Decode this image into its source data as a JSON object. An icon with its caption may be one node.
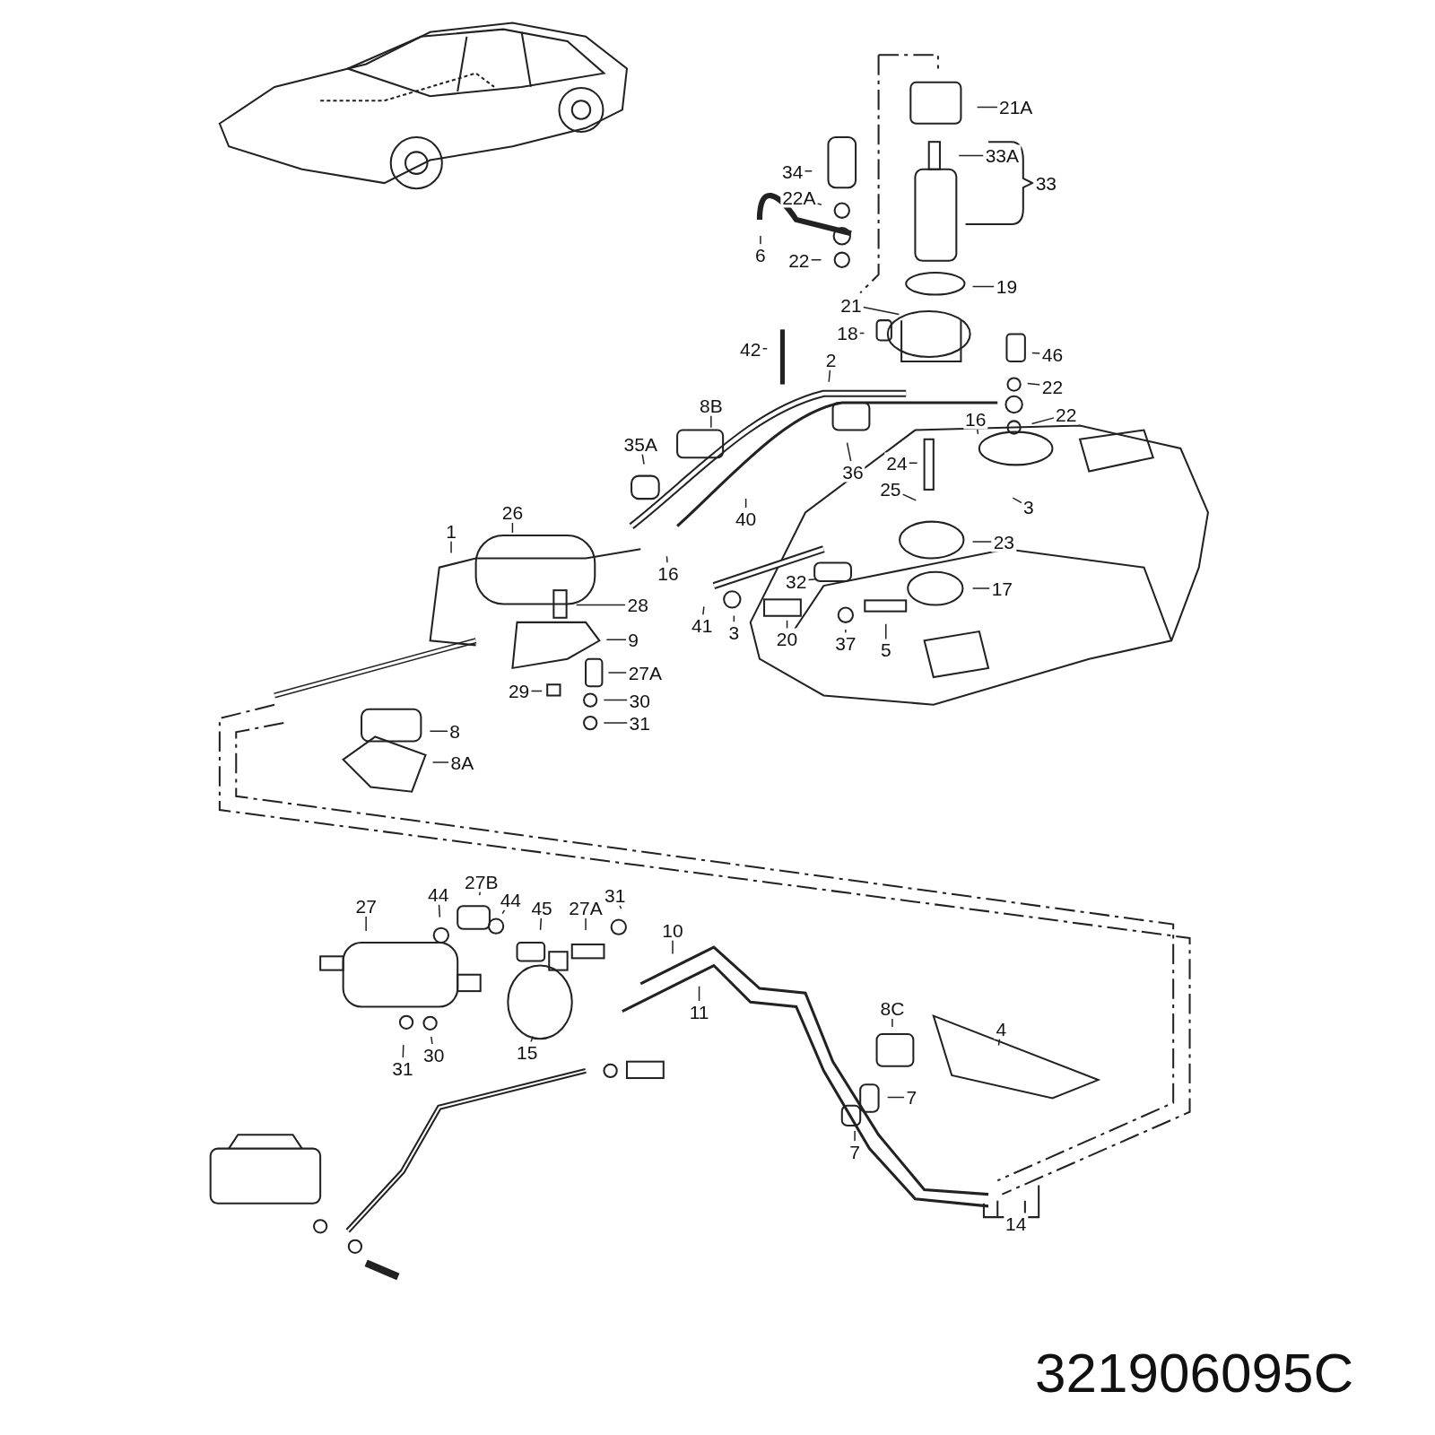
{
  "diagram": {
    "nodes": [
      {
        "text": [
          "21A"
        ]
      },
      {
        "text": [
          "33A"
        ]
      },
      {
        "text": [
          "34"
        ]
      },
      {
        "text": [
          "22A"
        ]
      },
      {
        "text": [
          "6"
        ]
      },
      {
        "text": [
          "22"
        ]
      },
      {
        "text": [
          "19"
        ]
      },
      {
        "text": [
          "21"
        ]
      },
      {
        "text": [
          "18"
        ]
      },
      {
        "text": [
          "42"
        ]
      },
      {
        "text": [
          "2"
        ]
      },
      {
        "text": [
          "46"
        ]
      },
      {
        "text": [
          "22"
        ]
      },
      {
        "text": [
          "8B"
        ]
      },
      {
        "text": [
          "22"
        ]
      },
      {
        "text": [
          "16"
        ]
      },
      {
        "text": [
          "35A"
        ]
      },
      {
        "text": [
          "36"
        ]
      },
      {
        "text": [
          "24"
        ]
      },
      {
        "text": [
          "25"
        ]
      },
      {
        "text": [
          "3"
        ]
      },
      {
        "text": [
          "26"
        ]
      },
      {
        "text": [
          "40"
        ]
      },
      {
        "text": [
          "1"
        ]
      },
      {
        "text": [
          "23"
        ]
      },
      {
        "text": [
          "16"
        ]
      },
      {
        "text": [
          "32"
        ]
      },
      {
        "text": [
          "17"
        ]
      },
      {
        "text": [
          "28"
        ]
      },
      {
        "text": [
          "41"
        ]
      },
      {
        "text": [
          "3"
        ]
      },
      {
        "text": [
          "20"
        ]
      },
      {
        "text": [
          "37"
        ]
      },
      {
        "text": [
          "5"
        ]
      },
      {
        "text": [
          "9"
        ]
      },
      {
        "text": [
          "27A"
        ]
      },
      {
        "text": [
          "29"
        ]
      },
      {
        "text": [
          "30"
        ]
      },
      {
        "text": [
          "31"
        ]
      },
      {
        "text": [
          "8"
        ]
      },
      {
        "text": [
          "8A"
        ]
      },
      {
        "text": [
          "44"
        ]
      },
      {
        "text": [
          "27B"
        ]
      },
      {
        "text": [
          "44"
        ]
      },
      {
        "text": [
          "45"
        ]
      },
      {
        "text": [
          "27A"
        ]
      },
      {
        "text": [
          "31"
        ]
      },
      {
        "text": [
          "27"
        ]
      },
      {
        "text": [
          "10"
        ]
      },
      {
        "text": [
          "11"
        ]
      },
      {
        "text": [
          "8C"
        ]
      },
      {
        "text": [
          "4"
        ]
      },
      {
        "text": [
          "7"
        ]
      },
      {
        "text": [
          "15"
        ]
      },
      {
        "text": [
          "30"
        ]
      },
      {
        "text": [
          "31"
        ]
      },
      {
        "text": [
          "7"
        ]
      },
      {
        "text": [
          "33"
        ]
      },
      {
        "text": [
          "14"
        ]
      }
    ],
    "edges": [
      {
        "from": 0,
        "to": null,
        "arrow": "none"
      },
      {
        "from": 1,
        "to": null,
        "arrow": "none"
      },
      {
        "from": 2,
        "to": null,
        "arrow": "none"
      },
      {
        "from": 3,
        "to": null,
        "arrow": "none"
      },
      {
        "from": 4,
        "to": null,
        "arrow": "none"
      },
      {
        "from": 5,
        "to": null,
        "arrow": "none"
      },
      {
        "from": 6,
        "to": null,
        "arrow": "none"
      },
      {
        "from": 7,
        "to": null,
        "arrow": "none"
      },
      {
        "from": 8,
        "to": null,
        "arrow": "none"
      },
      {
        "from": 9,
        "to": null,
        "arrow": "none"
      },
      {
        "from": 10,
        "to": null,
        "arrow": "none"
      },
      {
        "from": 11,
        "to": null,
        "arrow": "none"
      },
      {
        "from": 12,
        "to": null,
        "arrow": "none"
      },
      {
        "from": 13,
        "to": null,
        "arrow": "none"
      },
      {
        "from": 14,
        "to": null,
        "arrow": "none"
      },
      {
        "from": 15,
        "to": null,
        "arrow": "none"
      },
      {
        "from": 16,
        "to": null,
        "arrow": "none"
      },
      {
        "from": 17,
        "to": null,
        "arrow": "none"
      },
      {
        "from": 18,
        "to": null,
        "arrow": "none"
      },
      {
        "from": 19,
        "to": null,
        "arrow": "none"
      },
      {
        "from": 20,
        "to": null,
        "arrow": "none"
      },
      {
        "from": 21,
        "to": null,
        "arrow": "none"
      },
      {
        "from": 22,
        "to": null,
        "arrow": "none"
      },
      {
        "from": 23,
        "to": null,
        "arrow": "none"
      },
      {
        "from": 24,
        "to": null,
        "arrow": "none"
      },
      {
        "from": 25,
        "to": null,
        "arrow": "none"
      },
      {
        "from": 26,
        "to": null,
        "arrow": "none"
      },
      {
        "from": 27,
        "to": null,
        "arrow": "none"
      },
      {
        "from": 28,
        "to": null,
        "arrow": "none"
      },
      {
        "from": 29,
        "to": null,
        "arrow": "none"
      },
      {
        "from": 30,
        "to": null,
        "arrow": "none"
      },
      {
        "from": 31,
        "to": null,
        "arrow": "none"
      },
      {
        "from": 32,
        "to": null,
        "arrow": "none"
      },
      {
        "from": 33,
        "to": null,
        "arrow": "none"
      },
      {
        "from": 34,
        "to": null,
        "arrow": "none"
      },
      {
        "from": 35,
        "to": null,
        "arrow": "none"
      },
      {
        "from": 36,
        "to": null,
        "arrow": "none"
      },
      {
        "from": 37,
        "to": null,
        "arrow": "none"
      },
      {
        "from": 38,
        "to": null,
        "arrow": "none"
      },
      {
        "from": 39,
        "to": null,
        "arrow": "none"
      },
      {
        "from": 40,
        "to": null,
        "arrow": "none"
      },
      {
        "from": 41,
        "to": null,
        "arrow": "none"
      },
      {
        "from": 42,
        "to": null,
        "arrow": "none"
      },
      {
        "from": 43,
        "to": null,
        "arrow": "none"
      },
      {
        "from": 44,
        "to": null,
        "arrow": "none"
      },
      {
        "from": 45,
        "to": null,
        "arrow": "none"
      },
      {
        "from": 46,
        "to": null,
        "arrow": "none"
      },
      {
        "from": 47,
        "to": null,
        "arrow": "none"
      },
      {
        "from": 48,
        "to": null,
        "arrow": "none"
      },
      {
        "from": 49,
        "to": null,
        "arrow": "none"
      },
      {
        "from": 50,
        "to": null,
        "arrow": "none"
      },
      {
        "from": 51,
        "to": null,
        "arrow": "none"
      },
      {
        "from": 52,
        "to": null,
        "arrow": "none"
      },
      {
        "from": 53,
        "to": null,
        "arrow": "none"
      },
      {
        "from": 54,
        "to": null,
        "arrow": "none"
      },
      {
        "from": 55,
        "to": null,
        "arrow": "none"
      },
      {
        "from": 56,
        "to": null,
        "arrow": "none"
      }
    ],
    "labels": [
      "321906095C"
    ]
  }
}
